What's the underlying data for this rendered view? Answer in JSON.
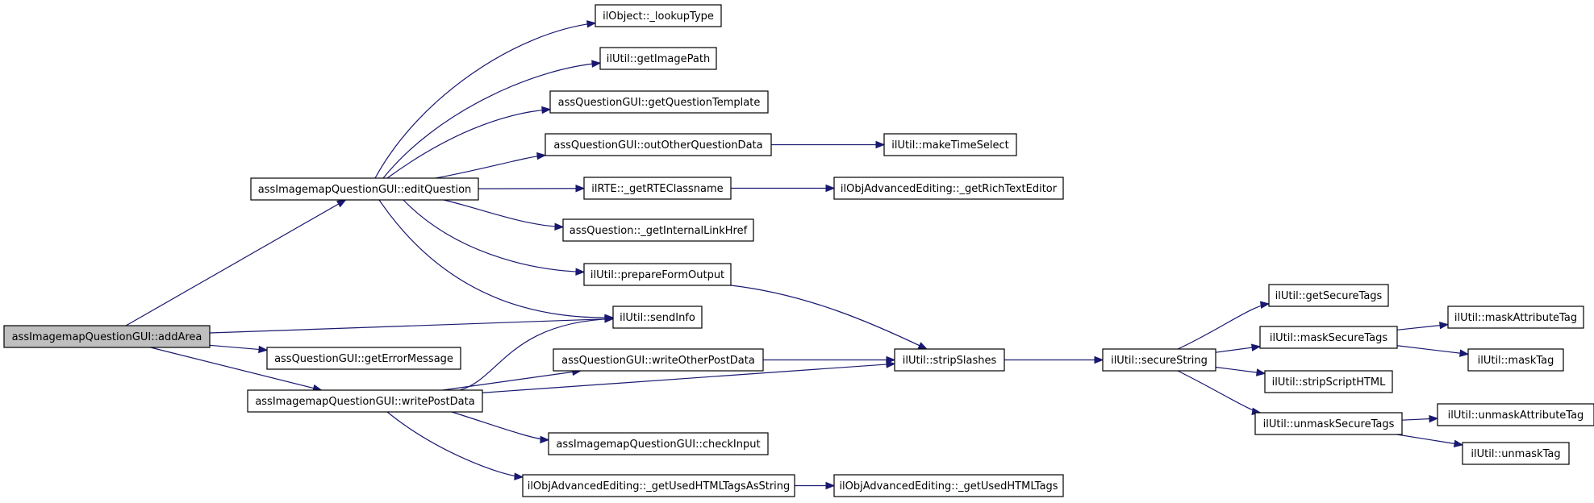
{
  "graph": {
    "root": "addArea",
    "colors": {
      "edge": "#191970",
      "root_fill": "#bfbfbf",
      "node_fill": "#ffffff",
      "border": "#000000"
    },
    "nodes": [
      {
        "id": "addArea",
        "label": "assImagemapQuestionGUI::addArea"
      },
      {
        "id": "editQuestion",
        "label": "assImagemapQuestionGUI::editQuestion"
      },
      {
        "id": "getErrorMessage",
        "label": "assQuestionGUI::getErrorMessage"
      },
      {
        "id": "writePostData",
        "label": "assImagemapQuestionGUI::writePostData"
      },
      {
        "id": "lookupType",
        "label": "ilObject::_lookupType"
      },
      {
        "id": "getImagePath",
        "label": "ilUtil::getImagePath"
      },
      {
        "id": "getQuestionTemplate",
        "label": "assQuestionGUI::getQuestionTemplate"
      },
      {
        "id": "outOtherQuestionData",
        "label": "assQuestionGUI::outOtherQuestionData"
      },
      {
        "id": "getRTEClassname",
        "label": "ilRTE::_getRTEClassname"
      },
      {
        "id": "getInternalLinkHref",
        "label": "assQuestion::_getInternalLinkHref"
      },
      {
        "id": "prepareFormOutput",
        "label": "ilUtil::prepareFormOutput"
      },
      {
        "id": "sendInfo",
        "label": "ilUtil::sendInfo"
      },
      {
        "id": "writeOtherPostData",
        "label": "assQuestionGUI::writeOtherPostData"
      },
      {
        "id": "checkInput",
        "label": "assImagemapQuestionGUI::checkInput"
      },
      {
        "id": "getUsedHTMLTagsAsString",
        "label": "ilObjAdvancedEditing::_getUsedHTMLTagsAsString"
      },
      {
        "id": "makeTimeSelect",
        "label": "ilUtil::makeTimeSelect"
      },
      {
        "id": "getRichTextEditor",
        "label": "ilObjAdvancedEditing::_getRichTextEditor"
      },
      {
        "id": "stripSlashes",
        "label": "ilUtil::stripSlashes"
      },
      {
        "id": "getUsedHTMLTags",
        "label": "ilObjAdvancedEditing::_getUsedHTMLTags"
      },
      {
        "id": "secureString",
        "label": "ilUtil::secureString"
      },
      {
        "id": "getSecureTags",
        "label": "ilUtil::getSecureTags"
      },
      {
        "id": "maskSecureTags",
        "label": "ilUtil::maskSecureTags"
      },
      {
        "id": "stripScriptHTML",
        "label": "ilUtil::stripScriptHTML"
      },
      {
        "id": "unmaskSecureTags",
        "label": "ilUtil::unmaskSecureTags"
      },
      {
        "id": "maskAttributeTag",
        "label": "ilUtil::maskAttributeTag"
      },
      {
        "id": "maskTag",
        "label": "ilUtil::maskTag"
      },
      {
        "id": "unmaskAttributeTag",
        "label": "ilUtil::unmaskAttributeTag"
      },
      {
        "id": "unmaskTag",
        "label": "ilUtil::unmaskTag"
      }
    ],
    "edges": [
      {
        "from": "addArea",
        "to": "editQuestion"
      },
      {
        "from": "addArea",
        "to": "sendInfo"
      },
      {
        "from": "addArea",
        "to": "getErrorMessage"
      },
      {
        "from": "addArea",
        "to": "writePostData"
      },
      {
        "from": "editQuestion",
        "to": "lookupType"
      },
      {
        "from": "editQuestion",
        "to": "getImagePath"
      },
      {
        "from": "editQuestion",
        "to": "getQuestionTemplate"
      },
      {
        "from": "editQuestion",
        "to": "outOtherQuestionData"
      },
      {
        "from": "editQuestion",
        "to": "getRTEClassname"
      },
      {
        "from": "editQuestion",
        "to": "getInternalLinkHref"
      },
      {
        "from": "editQuestion",
        "to": "prepareFormOutput"
      },
      {
        "from": "editQuestion",
        "to": "sendInfo"
      },
      {
        "from": "outOtherQuestionData",
        "to": "makeTimeSelect"
      },
      {
        "from": "getRTEClassname",
        "to": "getRichTextEditor"
      },
      {
        "from": "prepareFormOutput",
        "to": "stripSlashes"
      },
      {
        "from": "writePostData",
        "to": "sendInfo"
      },
      {
        "from": "writePostData",
        "to": "writeOtherPostData"
      },
      {
        "from": "writePostData",
        "to": "stripSlashes"
      },
      {
        "from": "writePostData",
        "to": "checkInput"
      },
      {
        "from": "writePostData",
        "to": "getUsedHTMLTagsAsString"
      },
      {
        "from": "writeOtherPostData",
        "to": "stripSlashes"
      },
      {
        "from": "getUsedHTMLTagsAsString",
        "to": "getUsedHTMLTags"
      },
      {
        "from": "stripSlashes",
        "to": "secureString"
      },
      {
        "from": "secureString",
        "to": "getSecureTags"
      },
      {
        "from": "secureString",
        "to": "maskSecureTags"
      },
      {
        "from": "secureString",
        "to": "stripScriptHTML"
      },
      {
        "from": "secureString",
        "to": "unmaskSecureTags"
      },
      {
        "from": "maskSecureTags",
        "to": "maskAttributeTag"
      },
      {
        "from": "maskSecureTags",
        "to": "maskTag"
      },
      {
        "from": "unmaskSecureTags",
        "to": "unmaskAttributeTag"
      },
      {
        "from": "unmaskSecureTags",
        "to": "unmaskTag"
      }
    ]
  }
}
